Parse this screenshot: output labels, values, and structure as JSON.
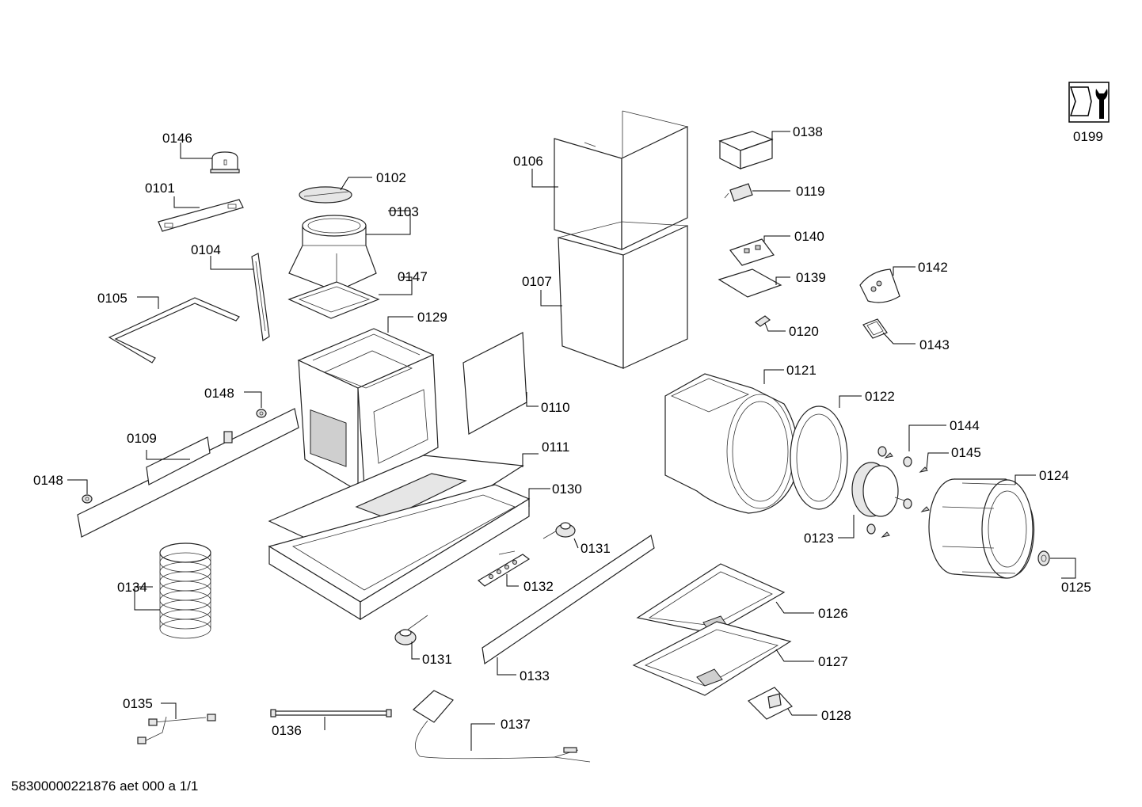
{
  "labels": {
    "l0146": "0146",
    "l0101": "0101",
    "l0102": "0102",
    "l0103": "0103",
    "l0104": "0104",
    "l0147": "0147",
    "l0105": "0105",
    "l0129": "0129",
    "l0148a": "0148",
    "l0109": "0109",
    "l0148b": "0148",
    "l0106": "0106",
    "l0107": "0107",
    "l0110": "0110",
    "l0111": "0111",
    "l0130": "0130",
    "l0131a": "0131",
    "l0132": "0132",
    "l0134": "0134",
    "l0131b": "0131",
    "l0133": "0133",
    "l0135": "0135",
    "l0136": "0136",
    "l0137": "0137",
    "l0138": "0138",
    "l0119": "0119",
    "l0140": "0140",
    "l0139": "0139",
    "l0120": "0120",
    "l0142": "0142",
    "l0143": "0143",
    "l0121": "0121",
    "l0122": "0122",
    "l0144": "0144",
    "l0145": "0145",
    "l0124": "0124",
    "l0123": "0123",
    "l0125": "0125",
    "l0126": "0126",
    "l0127": "0127",
    "l0128": "0128",
    "l0199": "0199"
  },
  "footer": "58300000221876 aet 000 a 1/1",
  "icons": {
    "service": "tool-wrench-icon"
  }
}
